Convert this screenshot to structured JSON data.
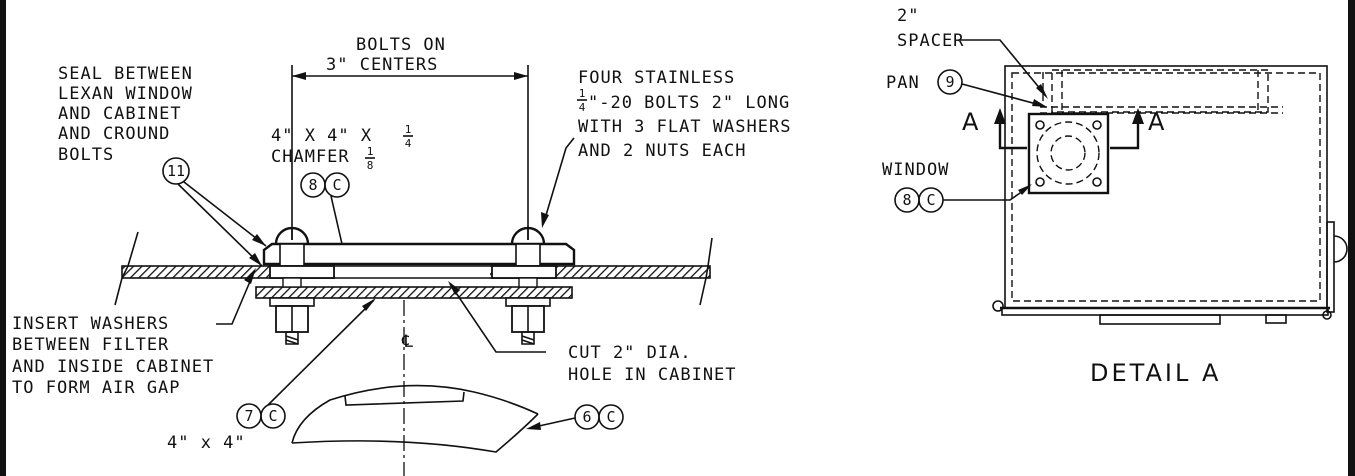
{
  "left": {
    "bolts_on": "BOLTS ON",
    "centers": "3\" CENTERS",
    "seal": [
      "SEAL BETWEEN",
      "LEXAN WINDOW",
      "AND CABINET",
      "AND CROUND",
      "BOLTS"
    ],
    "bubble_11": "11",
    "plate": "4\"  X 4\" X",
    "plate_frac_num": "1",
    "plate_frac_den": "4",
    "chamfer": "CHAMFER",
    "chamfer_frac_num": "1",
    "chamfer_frac_den": "8",
    "bubble_8": "8",
    "bubble_c": "C",
    "four_line1": "FOUR STAINLESS",
    "four_frac_num": "1",
    "four_frac_den": "4",
    "four_line2": "\"-20 BOLTS 2\" LONG",
    "four_line3": "WITH 3 FLAT WASHERS",
    "four_line4": "AND 2 NUTS EACH",
    "insert": [
      "INSERT WASHERS",
      "BETWEEN FILTER",
      "AND INSIDE CABINET",
      "TO FORM AIR GAP"
    ],
    "centerline": "℄",
    "cut_line1": "CUT 2\" DIA.",
    "cut_line2": "HOLE IN CABINET",
    "bubble_7": "7",
    "bubble_6": "6",
    "size": "4\"  x 4\""
  },
  "right": {
    "spacer_line1": "2\"",
    "spacer_line2": "SPACER",
    "pan": "PAN",
    "bubble_9": "9",
    "section_a_left": "A",
    "section_a_right": "A",
    "window": "WINDOW",
    "bubble_8": "8",
    "bubble_c": "C",
    "detail": "DETAIL A"
  }
}
